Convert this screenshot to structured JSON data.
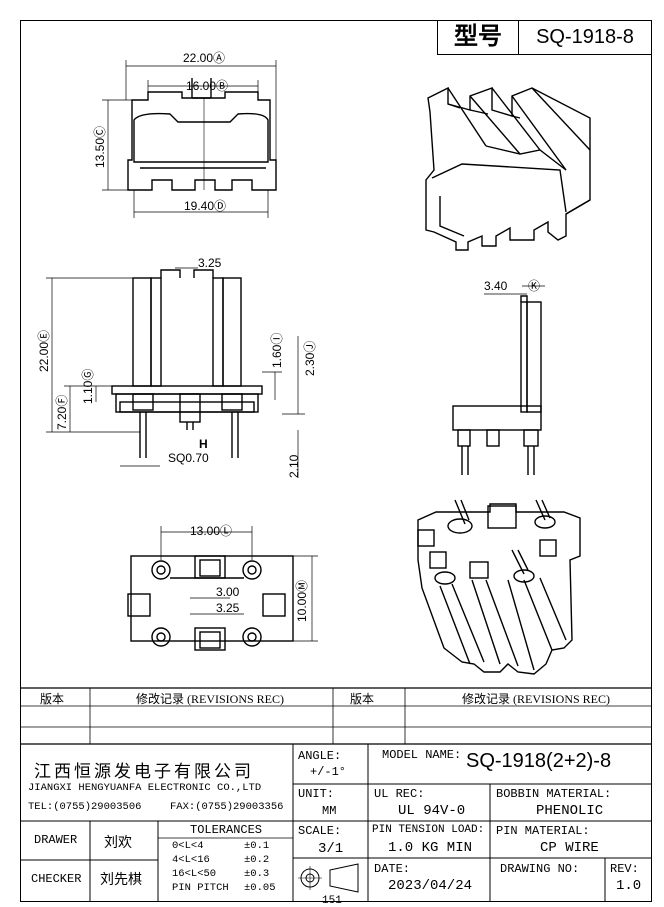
{
  "header": {
    "type_label": "型号",
    "model": "SQ-1918-8"
  },
  "dims": {
    "top_width": "22.00Ⓐ",
    "top_inner": "16.00Ⓑ",
    "top_height": "13.50Ⓒ",
    "top_bottom": "19.40Ⓓ",
    "front_pitch": "3.25",
    "front_height": "22.00Ⓔ",
    "front_base": "7.20Ⓕ",
    "front_g": "1.10Ⓖ",
    "front_h_label": "H",
    "front_i": "1.60Ⓘ",
    "front_j": "2.30Ⓙ",
    "front_pin": "SQ0.70",
    "front_pin_len": "2.10",
    "side_k": "3.40",
    "side_k_mark": "Ⓚ",
    "bottom_width": "13.00Ⓛ",
    "bottom_300": "3.00",
    "bottom_325": "3.25",
    "bottom_height": "10.00Ⓜ"
  },
  "revisions": {
    "col1": "版本",
    "col2": "修改记录 (REVISIONS REC)",
    "col3": "版本",
    "col4": "修改记录 (REVISIONS REC)"
  },
  "company": {
    "name_cn": "江西恒源发电子有限公司",
    "name_en": "JIANGXI HENGYUANFA ELECTRONIC CO.,LTD",
    "tel": "TEL:(0755)29003506",
    "fax": "FAX:(0755)29003356"
  },
  "angle": {
    "label": "ANGLE:",
    "value": "+/-1°"
  },
  "model_name": {
    "label": "MODEL NAME:",
    "value": "SQ-1918(2+2)-8"
  },
  "unit": {
    "label": "UNIT:",
    "value": "MM"
  },
  "ul_rec": {
    "label": "UL REC:",
    "value": "UL 94V-0"
  },
  "bobbin": {
    "label": "BOBBIN MATERIAL:",
    "value": "PHENOLIC"
  },
  "drawer": {
    "label": "DRAWER",
    "value": "刘欢"
  },
  "checker": {
    "label": "CHECKER",
    "value": "刘先棋"
  },
  "tolerances": {
    "title": "TOLERANCES",
    "rows": [
      {
        "range": "0<L<4",
        "tol": "±0.1"
      },
      {
        "range": "4<L<16",
        "tol": "±0.2"
      },
      {
        "range": "16<L<50",
        "tol": "±0.3"
      },
      {
        "range": "PIN PITCH",
        "tol": "±0.05"
      }
    ]
  },
  "scale": {
    "label": "SCALE:",
    "value": "3/1"
  },
  "pin_tension": {
    "label": "PIN TENSION LOAD:",
    "value": "1.0 KG MIN"
  },
  "pin_material": {
    "label": "PIN MATERIAL:",
    "value": "CP WIRE"
  },
  "date": {
    "label": "DATE:",
    "value": "2023/04/24"
  },
  "drawing_no": {
    "label": "DRAWING NO:",
    "value": ""
  },
  "rev": {
    "label": "REV:",
    "value": "1.0"
  },
  "footer_partial": "151"
}
